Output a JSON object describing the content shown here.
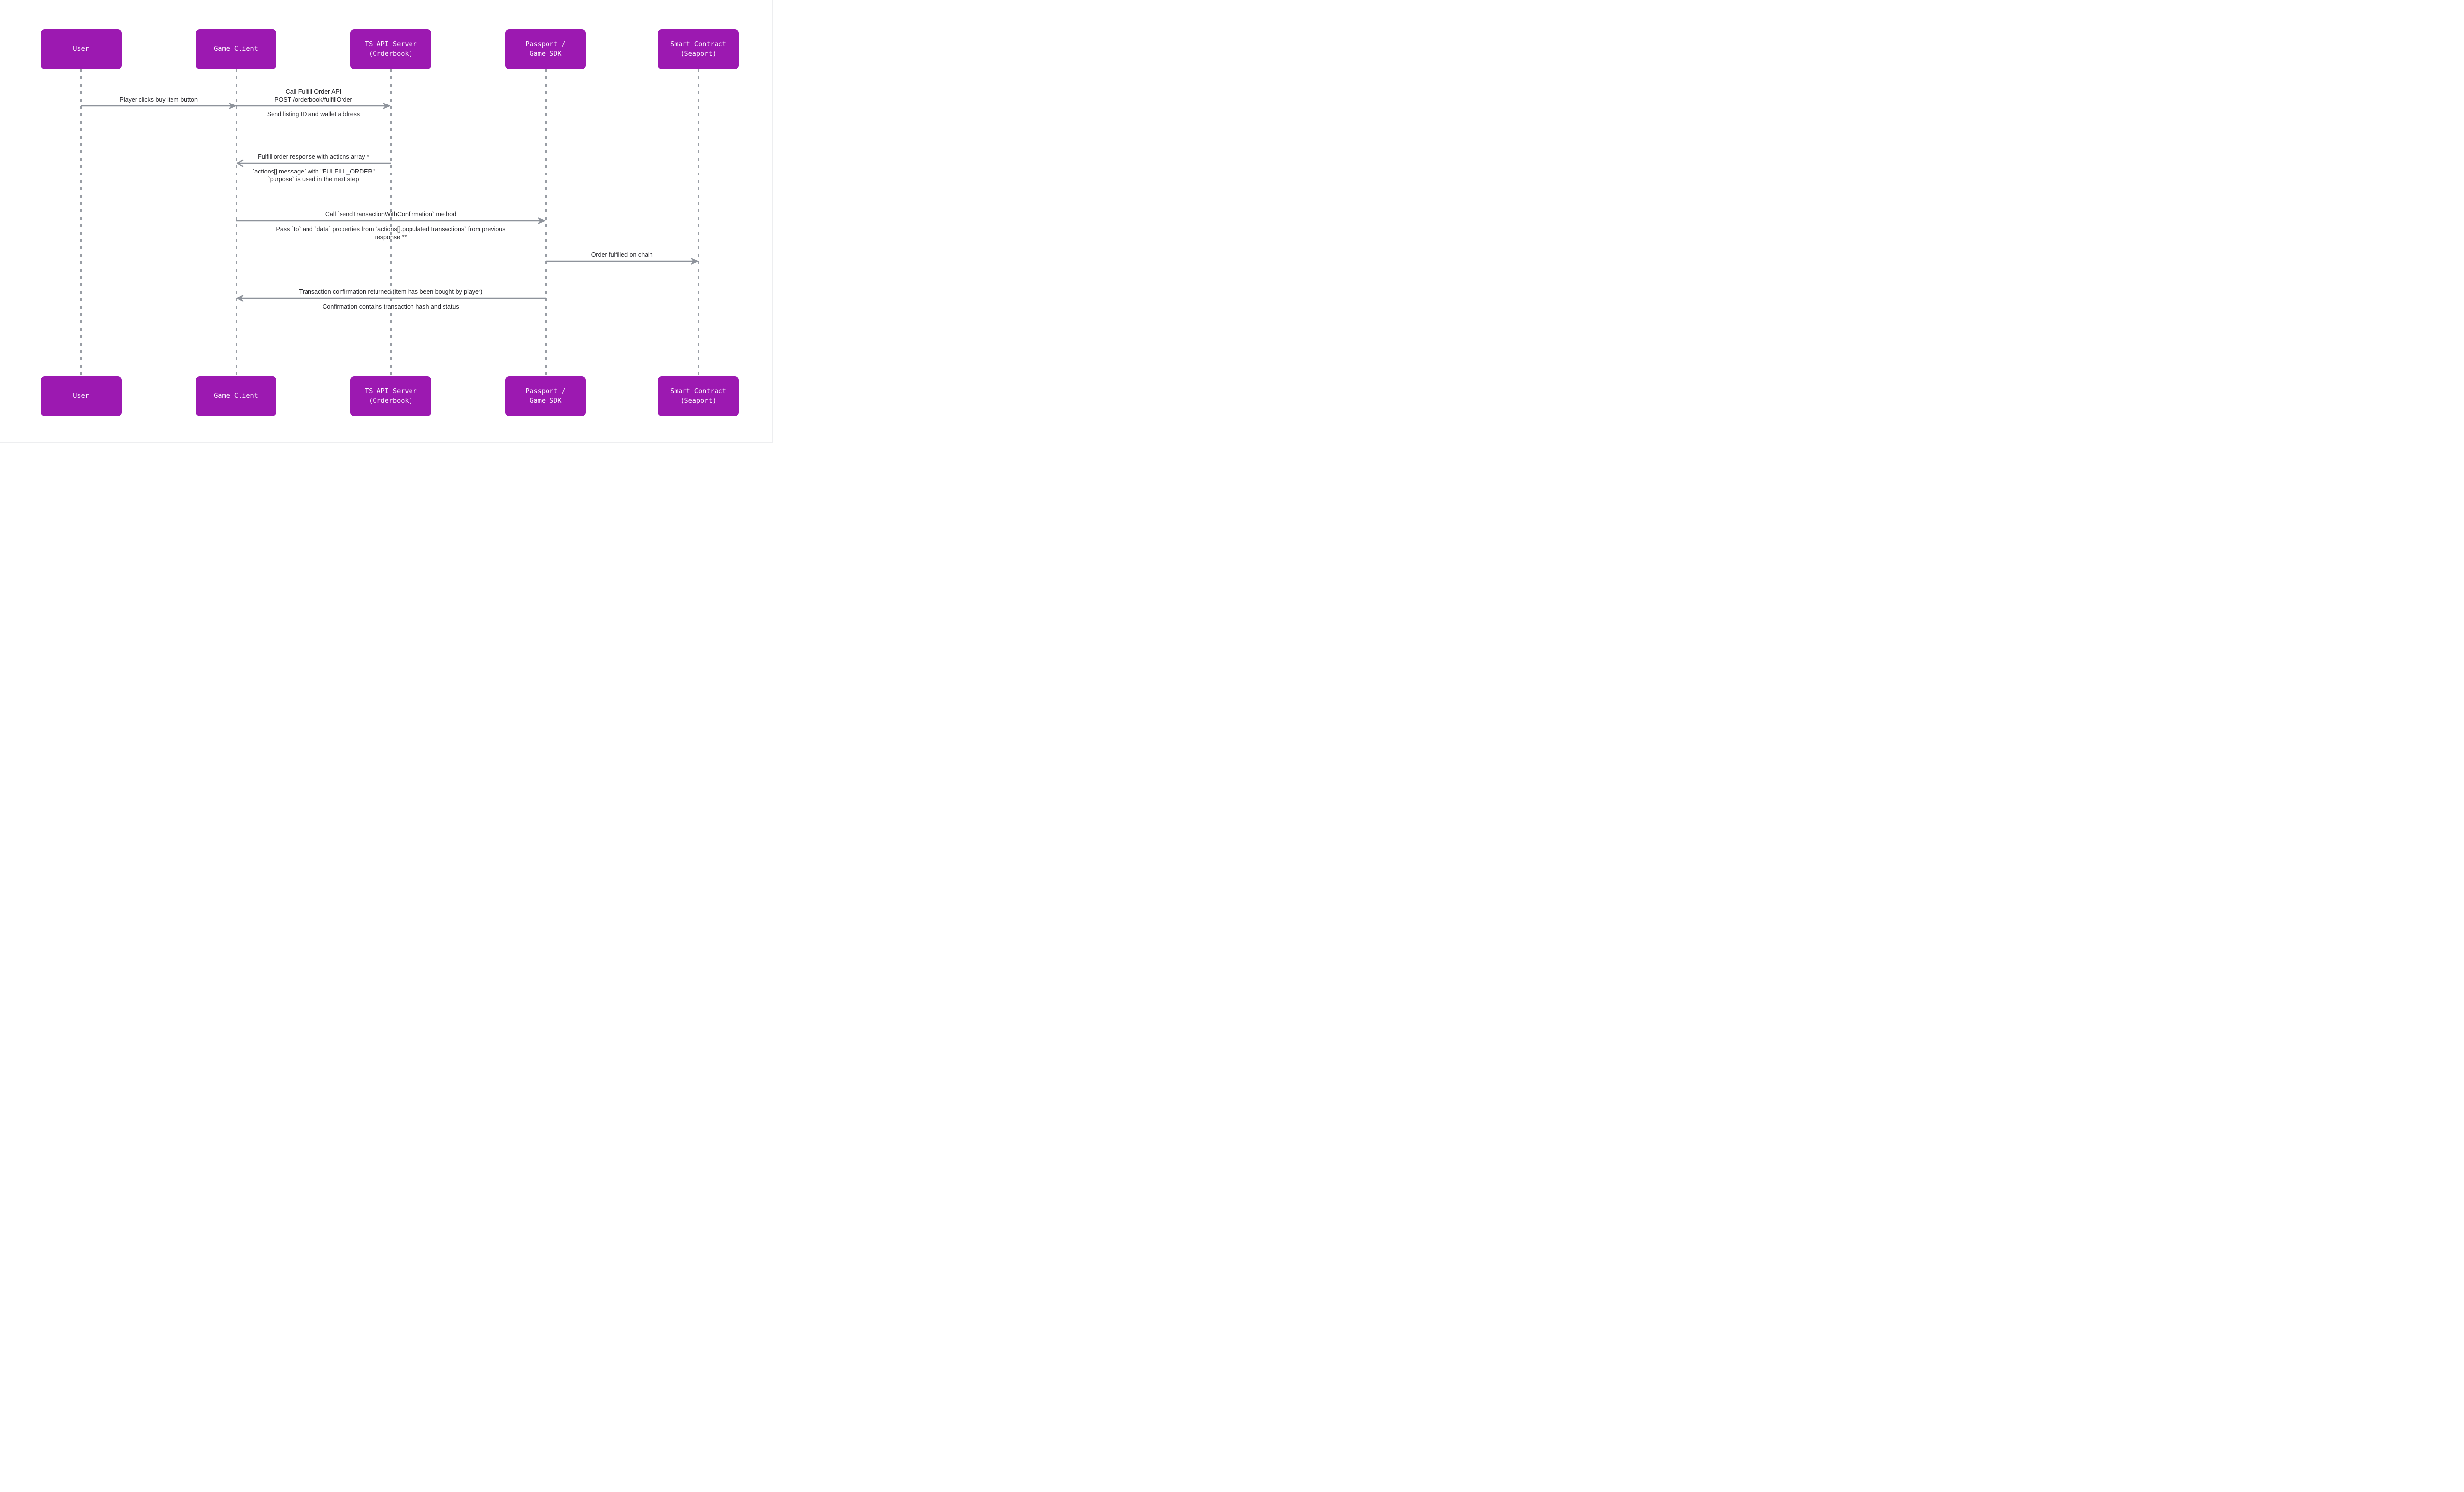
{
  "diagram": {
    "type": "sequence-diagram",
    "colors": {
      "actor_fill": "#9c19b1",
      "actor_text": "#ffffff",
      "line_gray": "#8e939b",
      "message_text": "#26262b",
      "background": "#ffffff"
    },
    "actors": [
      {
        "id": "user",
        "label": "User"
      },
      {
        "id": "game-client",
        "label": "Game Client"
      },
      {
        "id": "ts-api-server",
        "label": "TS API Server\n(Orderbook)"
      },
      {
        "id": "passport-game-sdk",
        "label": "Passport /\nGame SDK"
      },
      {
        "id": "smart-contract",
        "label": "Smart Contract\n(Seaport)"
      }
    ],
    "messages": [
      {
        "from": "user",
        "to": "game-client",
        "arrow": "solid-filled",
        "label": "Player clicks buy item button",
        "note": ""
      },
      {
        "from": "game-client",
        "to": "ts-api-server",
        "arrow": "solid-filled",
        "label": "Call Fulfill Order API\nPOST /orderbook/fulfillOrder",
        "note": "Send listing ID and wallet address"
      },
      {
        "from": "ts-api-server",
        "to": "game-client",
        "arrow": "solid-open",
        "label": "Fulfill order response with actions array *",
        "note": "`actions[].message` with \"FULFILL_ORDER\"\n`purpose` is used in the next step"
      },
      {
        "from": "game-client",
        "to": "passport-game-sdk",
        "arrow": "solid-filled",
        "label": "Call `sendTransactionWithConfirmation` method",
        "note": "Pass `to` and `data` properties from `actions[].populatedTransactions` from previous\nresponse **"
      },
      {
        "from": "passport-game-sdk",
        "to": "smart-contract",
        "arrow": "solid-filled",
        "label": "Order fulfilled on chain",
        "note": ""
      },
      {
        "from": "passport-game-sdk",
        "to": "game-client",
        "arrow": "solid-filled",
        "label": "Transaction confirmation returned (item has been bought by player)",
        "note": "Confirmation contains transaction hash and status"
      }
    ]
  }
}
